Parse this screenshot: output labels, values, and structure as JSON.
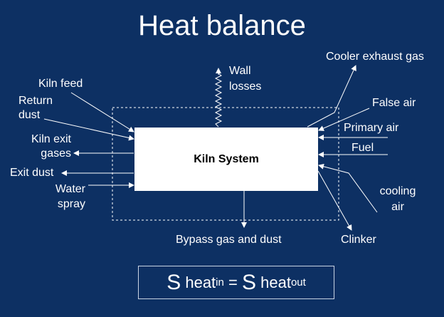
{
  "title": "Heat balance",
  "box_label": "Kiln System",
  "inputs_left": {
    "kiln_feed": "Kiln feed",
    "return_dust_1": "Return",
    "return_dust_2": "dust",
    "water_spray_1": "Water",
    "water_spray_2": "spray"
  },
  "outputs_left": {
    "kiln_exit_1": "Kiln exit",
    "kiln_exit_2": "gases",
    "exit_dust": "Exit dust"
  },
  "top": {
    "wall_losses_1": "Wall",
    "wall_losses_2": "losses"
  },
  "right": {
    "cooler_exhaust": "Cooler exhaust gas",
    "false_air": "False air",
    "primary_air": "Primary air",
    "fuel": "Fuel",
    "cooling_air_1": "cooling",
    "cooling_air_2": "air",
    "clinker": "Clinker"
  },
  "bottom": {
    "bypass": "Bypass gas and dust"
  },
  "formula": {
    "s1": "S",
    "heat_in": "heat",
    "in_sub": "in",
    "equals": "=",
    "s2": "S",
    "heat_out": "heat",
    "out_sub": "out"
  }
}
